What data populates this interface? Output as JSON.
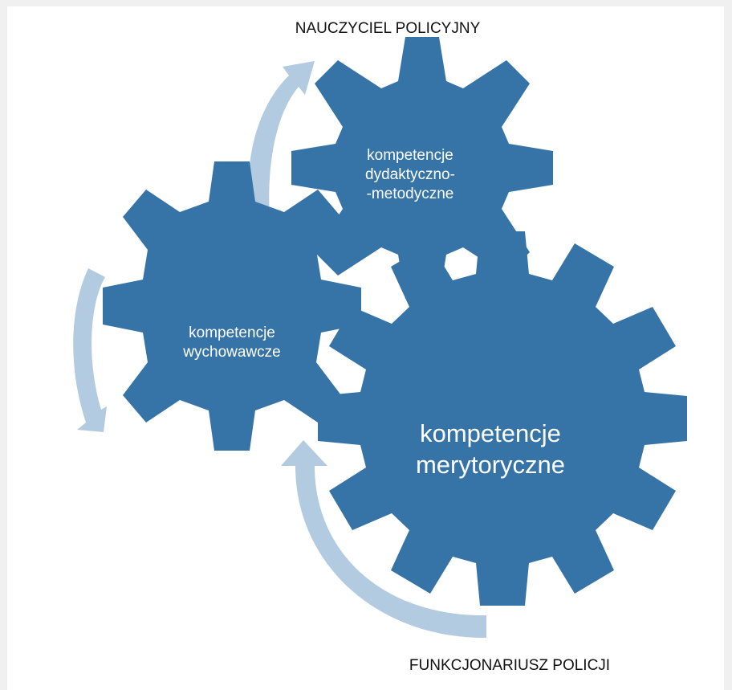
{
  "top_label": "NAUCZYCIEL POLICYJNY",
  "bottom_label": "FUNKCJONARIUSZ POLICJI",
  "gears": {
    "didactic": {
      "lines": [
        "kompetencje",
        "dydaktyczno-",
        "-metodyczne"
      ]
    },
    "educational": {
      "lines": [
        "kompetencje",
        "wychowawcze"
      ]
    },
    "substantive": {
      "lines": [
        "kompetencje",
        "merytoryczne"
      ]
    }
  },
  "colors": {
    "gear": "#3674a8",
    "arrow": "#b3cbe0",
    "background": "#f0f0f0",
    "page": "#ffffff"
  }
}
